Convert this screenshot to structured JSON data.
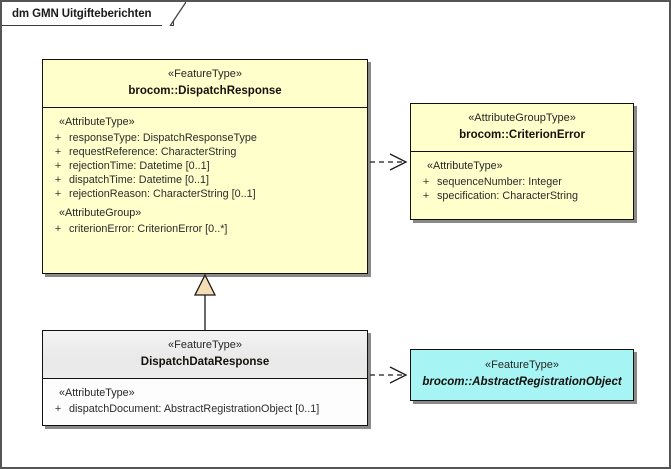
{
  "diagram": {
    "tab_title": "dm GMN Uitgifteberichten",
    "colors": {
      "feature_type_fill": "#FFFFCC",
      "attribute_group_type_fill": "#FFFFCC",
      "external_type_fill": "#A6F4F4",
      "local_type_header_fill": "#ECECEC",
      "local_type_body_fill": "#FDFDFD",
      "border": "#14110C",
      "generalization_arrowhead_fill": "#F5DEB3"
    }
  },
  "nodes": {
    "dispatch_response": {
      "stereotype": "«FeatureType»",
      "name": "brocom::DispatchResponse",
      "sections": [
        {
          "group_label": "«AttributeType»",
          "attributes": [
            {
              "visibility": "+",
              "text": "responseType: DispatchResponseType"
            },
            {
              "visibility": "+",
              "text": "requestReference: CharacterString"
            },
            {
              "visibility": "+",
              "text": "rejectionTime: Datetime [0..1]"
            },
            {
              "visibility": "+",
              "text": "dispatchTime: Datetime [0..1]"
            },
            {
              "visibility": "+",
              "text": "rejectionReason: CharacterString [0..1]"
            }
          ]
        },
        {
          "group_label": "«AttributeGroup»",
          "attributes": [
            {
              "visibility": "+",
              "text": "criterionError: CriterionError [0..*]"
            }
          ]
        }
      ]
    },
    "criterion_error": {
      "stereotype": "«AttributeGroupType»",
      "name": "brocom::CriterionError",
      "sections": [
        {
          "group_label": "«AttributeType»",
          "attributes": [
            {
              "visibility": "+",
              "text": "sequenceNumber: Integer"
            },
            {
              "visibility": "+",
              "text": "specification: CharacterString"
            }
          ]
        }
      ]
    },
    "dispatch_data_response": {
      "stereotype": "«FeatureType»",
      "name": "DispatchDataResponse",
      "sections": [
        {
          "group_label": "«AttributeType»",
          "attributes": [
            {
              "visibility": "+",
              "text": "dispatchDocument: AbstractRegistrationObject [0..1]"
            }
          ]
        }
      ]
    },
    "abstract_registration_object": {
      "stereotype": "«FeatureType»",
      "name": "brocom::AbstractRegistrationObject",
      "sections": []
    }
  },
  "connectors": [
    {
      "id": "dep-dispatchresponse-criterionerror",
      "type": "dependency",
      "style": "dashed-open-arrow",
      "source": "brocom::DispatchResponse",
      "target": "brocom::CriterionError",
      "label": ""
    },
    {
      "id": "gen-dispatchdataresponse-dispatchresponse",
      "type": "generalization",
      "style": "solid-closed-triangle",
      "source": "DispatchDataResponse",
      "target": "brocom::DispatchResponse",
      "label": ""
    },
    {
      "id": "dep-dispatchdataresponse-abstractregistrationobject",
      "type": "dependency",
      "style": "dashed-open-arrow",
      "source": "DispatchDataResponse",
      "target": "brocom::AbstractRegistrationObject",
      "label": ""
    }
  ]
}
